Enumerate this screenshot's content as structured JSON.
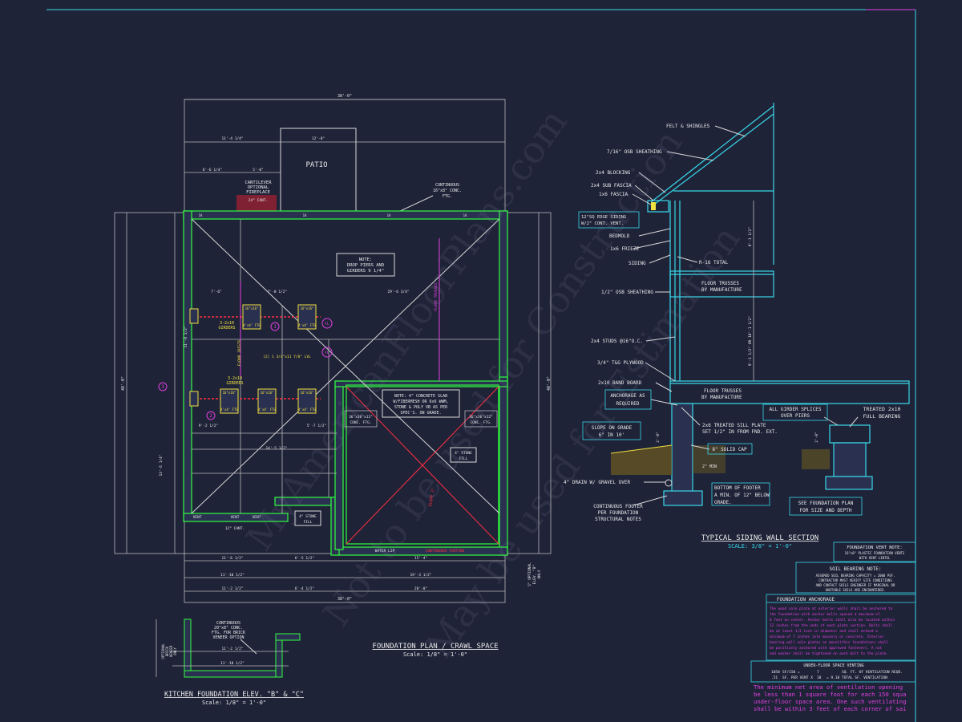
{
  "watermark": {
    "line1": "MyAmericanFloorPlans.com",
    "line2": "Not to be used for Construction",
    "line3": "May be used for Estimation"
  },
  "plan": {
    "title": "FOUNDATION PLAN / CRAWL SPACE",
    "scale": "Scale: 1/8\" = 1'-0\"",
    "dims": {
      "top_overall": "38'-0\"",
      "bottom_overall": "38'-0\"",
      "left_overall": "48'-0\"",
      "right_overall": "40'-0\"",
      "d1": "11'-4 1/4\"",
      "d2": "12'-0\"",
      "d3": "6'-6 1/4\"",
      "d4": "5'-0\"",
      "d5": "7'-6\"",
      "d6": "7'-0 1/2\"",
      "d7": "29'-6 3/4\"",
      "d8": "11'-8 1/2\"",
      "d9": "9'-2 1/2\"",
      "d10": "14'-5 1/2\"",
      "d11": "5'-7 1/2\"",
      "d12": "6'-5 1/2\"",
      "d13": "11'-2 1/2\"",
      "d14": "6'-4 1/2\"",
      "d15": "20'-0\"",
      "d16": "11'-6 1/2\"",
      "d17": "11'-10 1/2\"",
      "d18": "15'-4\"",
      "d19": "19'-3 1/2\"",
      "d20": "13'-6 1/4\""
    },
    "labels": {
      "patio": "PATIO",
      "cantilever": [
        "CANTILEVER",
        "OPTIONAL",
        "FIREPLACE"
      ],
      "cant1": "24\" CANT.",
      "continuous1": [
        "CONTINUOUS",
        "16\"x8\" CONC.",
        "FTG."
      ],
      "note_drop": [
        "NOTE:",
        "DROP PIERS AND",
        "GIRDERS 9 1/4\""
      ],
      "note_slab": [
        "NOTE: 4\" CONCRETE SLAB",
        "W/FIBERMESH OR 6x6 WWM,",
        "STONE & POLY VB AS PER",
        "SPEC'S. ON GRADE."
      ],
      "girders1": [
        "3-2x10",
        "GIRDERS"
      ],
      "girders2": [
        "3-2x10",
        "GIRDERS"
      ],
      "lvl": "(2) 1 3/4\"x11 7/8\" LVL",
      "floor_joists": "FLOOR JOISTS",
      "floor_trusses": "FLOOR TRUSSES",
      "ftg1": [
        "36\"x36\"x12\"",
        "CONC. FTG."
      ],
      "ftg2": [
        "36\"x36\"x12\"",
        "CONC. FTG."
      ],
      "stone1": [
        "4\" STONE",
        "FILL"
      ],
      "stone2": [
        "4\" STONE",
        "FILL"
      ],
      "slope": "SLOPE 2\"",
      "water_lip": "WATER LIP",
      "cont_footing": "CONTINUOUS FOOTING",
      "cant2": "12\" CANT.",
      "vent": "VENT",
      "vent_label": "1A",
      "pier_label": "16\"x16\"",
      "ftg_label": "4'x4' FTG",
      "fl": "FL",
      "side_note": [
        "5\" OPTIONAL",
        "ELEV. \"B\"",
        "ONLY"
      ]
    },
    "markers": [
      "1",
      "2",
      "3"
    ]
  },
  "kitchen": {
    "title": "KITCHEN FOUNDATION ELEV. \"B\" & \"C\"",
    "scale": "Scale: 1/8\" = 1'-0\"",
    "note": [
      "CONTINUOUS",
      "20\"x8\" CONC.",
      "FTG. FOR BRICK",
      "VENEER OPTION"
    ],
    "dim1": "11'-2 1/2\"",
    "dim2": "11'-10 1/2\"",
    "side": [
      "OPTIONAL",
      "BRICK",
      "VENEER",
      "ONLY"
    ]
  },
  "section": {
    "title": "TYPICAL SIDING WALL SECTION",
    "scale": "SCALE: 3/8\" = 1'-0\"",
    "labels": {
      "felt": "FELT & SHINGLES",
      "osb7": "7/16\" OSB SHEATHING",
      "blocking": "2x4 BLOCKING",
      "subfascia": "2x4 SUB FASCIA",
      "fascia": "1x6 FASCIA",
      "soffit": [
        "12\"SQ EDGE SIDING",
        "W/2\" CONT. VENT."
      ],
      "bedmold": "BEDMOLD",
      "frieze": "1x6 FRIEZE",
      "siding": "SIDING",
      "r16": "R-16 TOTAL",
      "trusses1": [
        "FLOOR TRUSSES",
        "BY MANUFACTURE"
      ],
      "osb12": "1/2\" OSB SHEATHING",
      "studs": "2x4 STUDS @16\"O.C.",
      "plywood": "3/4\" T&G PLYWOOD",
      "band": "2x10 BAND BOARD",
      "trusses2": [
        "FLOOR TRUSSES",
        "BY MANUFACTURE"
      ],
      "anchorage": [
        "ANCHORAGE AS",
        "REQUIRED"
      ],
      "sill": [
        "2x6 TREATED SILL PLATE",
        "SET 1/2\" IN FROM FND. EXT."
      ],
      "splices": [
        "ALL GIRDER SPLICES",
        "OVER PIERS"
      ],
      "bearing": [
        "TREATED 2x10",
        "FULL BEARING"
      ],
      "slope": [
        "SLOPE ON GRADE",
        "6\" IN 10'"
      ],
      "cap": "8\" SOLID CAP",
      "drain": "4\" DRAIN W/ GRAVEL OVER",
      "bottom_footer": [
        "BOTTOM OF FOOTER",
        "A MIN. OF 12\" BELOW",
        "GRADE."
      ],
      "see_plan": [
        "SEE FOUNDATION PLAN",
        "FOR SIZE AND DEPTH"
      ],
      "cont_footer": [
        "CONTINUOUS FOOTER",
        "PER FOUNDATION",
        "STRUCTURAL NOTES"
      ],
      "min": "2\" MIN",
      "dim_a": "8'-1 1/2\"",
      "dim_b": "9'-1 1/2\" OR 10'-1 1/2\"",
      "dim_c": "2'-0\"",
      "dim_d": "2'-0\""
    }
  },
  "notes": {
    "vent_title": "FOUNDATION VENT NOTE:",
    "vent_body": [
      "16\"x8\" PLASTIC FOUNDATION VENTS",
      "WITH VENT LINTEL"
    ],
    "soil_title": "SOIL BEARING NOTE:",
    "soil_body": [
      "ASSUMED SOIL BEARING CAPACITY = 2000 PSF.",
      "CONTRACTOR MUST VERIFY SITE CONDITIONS",
      "AND CONTACT SOILS ENGINEER IF MARGINAL OR",
      "UNSTABLE SOILS ARE ENCOUNTERED."
    ],
    "anchor_title": "FOUNDATION ANCHORAGE",
    "anchor_body": [
      "The wood sole plate at exterior walls shall be anchored to",
      "the foundation with anchor bolts spaced a maximum of",
      "6 feet on center. Anchor bolts shall also be located within",
      "12 inches from the ends of each plate section. Bolts shall",
      "be at least 1/2 inch in diameter and shall extend a",
      "minimum of 7 inches into masonry or concrete. Interior",
      "bearing wall sole plates on monolithic foundations shall",
      "be positively anchored with approved fasteners. A nut",
      "and washer shall be tightened on each bolt to the plate."
    ],
    "venting_title": "UNDER-FLOOR SPACE VENTING",
    "venting_row1": [
      "1050",
      "SF/150 =",
      "7",
      "SQ. FT. OF VENTILATION REQD."
    ],
    "venting_row2": [
      ".51",
      "SF. PER VENT X",
      "18",
      "= 9.18",
      "TOTAL SF. VENTILATION"
    ],
    "venting_body": [
      "The minimum net area of ventilation opening",
      "be less than 1 square foot for each 150 squa",
      "under-floor space area. One such ventilating",
      "shall be within 3 feet of each corner of sai"
    ]
  }
}
